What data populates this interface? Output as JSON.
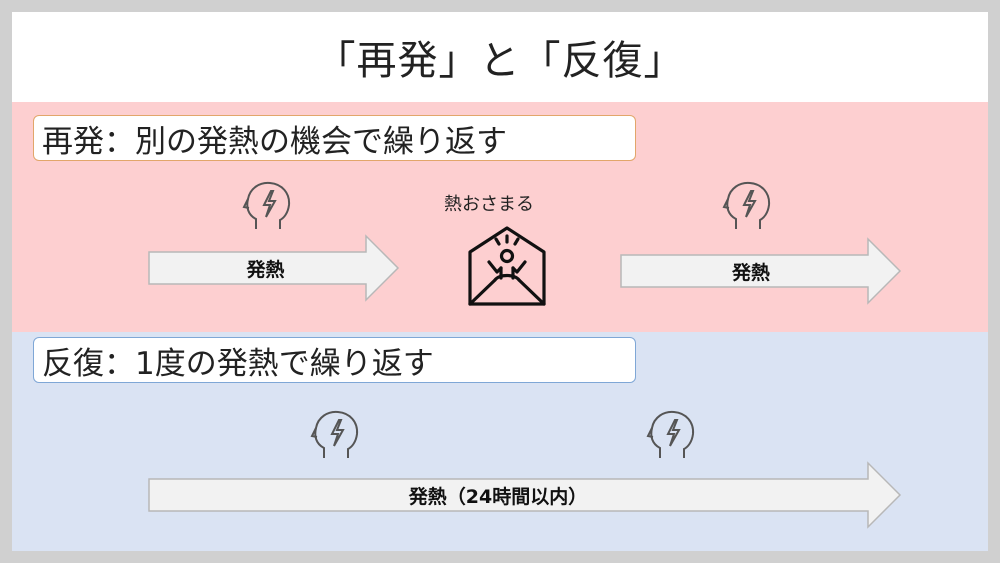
{
  "title": "「再発」と「反復」",
  "recurrence": {
    "label": "再発：別の発熱の機会で繰り返す",
    "arrow1_label": "発熱",
    "middle_caption": "熱おさまる",
    "arrow2_label": "発熱"
  },
  "repetition": {
    "label": "反復：1度の発熱で繰り返す",
    "arrow_label": "発熱（24時間以内）"
  },
  "colors": {
    "red_band": "#fdcfd0",
    "blue_band": "#dae3f3",
    "arrow_fill": "#f2f2f2",
    "arrow_stroke": "#b8b8b8"
  },
  "icons": [
    "head-lightning-icon",
    "relief-envelope-icon"
  ]
}
